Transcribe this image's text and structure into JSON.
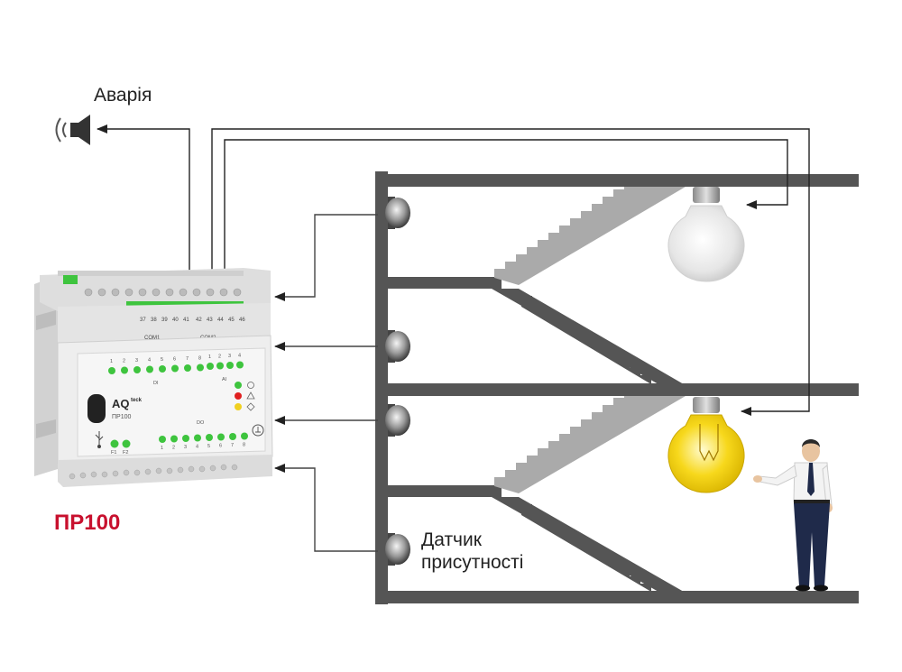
{
  "labels": {
    "alarm": "Аварія",
    "presence_sensor_line1": "Датчик",
    "presence_sensor_line2": "присутності",
    "device_caption": "ПР100"
  },
  "device": {
    "brand_main": "AQ",
    "brand_sup": "teck",
    "model": "ПР100",
    "di_label": "DI",
    "ai_label": "AI",
    "do_label": "DO",
    "com1_label": "COM1",
    "com2_label": "COM2",
    "f1": "F1",
    "f2": "F2",
    "di_numbers": [
      "1",
      "2",
      "3",
      "4",
      "5",
      "6",
      "7",
      "8"
    ],
    "ai_numbers": [
      "1",
      "2",
      "3",
      "4"
    ],
    "do_numbers": [
      "1",
      "2",
      "3",
      "4",
      "5",
      "6",
      "7",
      "8"
    ],
    "terminal_numbers_top": [
      "37",
      "38",
      "39",
      "40",
      "41",
      "42",
      "43",
      "44",
      "45",
      "46"
    ],
    "terminal_numbers_mid": [
      "1",
      "2",
      "3",
      "4",
      "5",
      "6",
      "7",
      "8"
    ]
  },
  "colors": {
    "led_green": "#3ec43e",
    "led_red": "#e02020",
    "led_yellow": "#f0d020",
    "brand_red": "#c8102e",
    "building": "#555555",
    "lamp_on": "#f7d81c"
  }
}
